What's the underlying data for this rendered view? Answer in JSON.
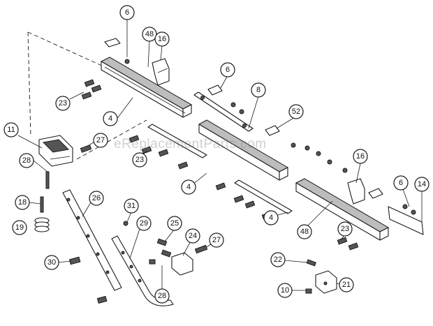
{
  "watermark": "eReplacementParts.com",
  "callouts": [
    {
      "id": "c6a",
      "label": "6"
    },
    {
      "id": "c48a",
      "label": "48"
    },
    {
      "id": "c16a",
      "label": "16"
    },
    {
      "id": "c6b",
      "label": "6"
    },
    {
      "id": "c8",
      "label": "8"
    },
    {
      "id": "c23a",
      "label": "23"
    },
    {
      "id": "c4a",
      "label": "4"
    },
    {
      "id": "c52",
      "label": "52"
    },
    {
      "id": "c11",
      "label": "11"
    },
    {
      "id": "c27a",
      "label": "27"
    },
    {
      "id": "c23b",
      "label": "23"
    },
    {
      "id": "c28a",
      "label": "28"
    },
    {
      "id": "c16b",
      "label": "16"
    },
    {
      "id": "c4b",
      "label": "4"
    },
    {
      "id": "c6c",
      "label": "6"
    },
    {
      "id": "c14",
      "label": "14"
    },
    {
      "id": "c18",
      "label": "18"
    },
    {
      "id": "c26",
      "label": "26"
    },
    {
      "id": "c31",
      "label": "31"
    },
    {
      "id": "c19",
      "label": "19"
    },
    {
      "id": "c29",
      "label": "29"
    },
    {
      "id": "c25",
      "label": "25"
    },
    {
      "id": "c4c",
      "label": "4"
    },
    {
      "id": "c48b",
      "label": "48"
    },
    {
      "id": "c23c",
      "label": "23"
    },
    {
      "id": "c24",
      "label": "24"
    },
    {
      "id": "c27b",
      "label": "27"
    },
    {
      "id": "c30",
      "label": "30"
    },
    {
      "id": "c22",
      "label": "22"
    },
    {
      "id": "c21",
      "label": "21"
    },
    {
      "id": "c10",
      "label": "10"
    },
    {
      "id": "c28b",
      "label": "28"
    }
  ]
}
